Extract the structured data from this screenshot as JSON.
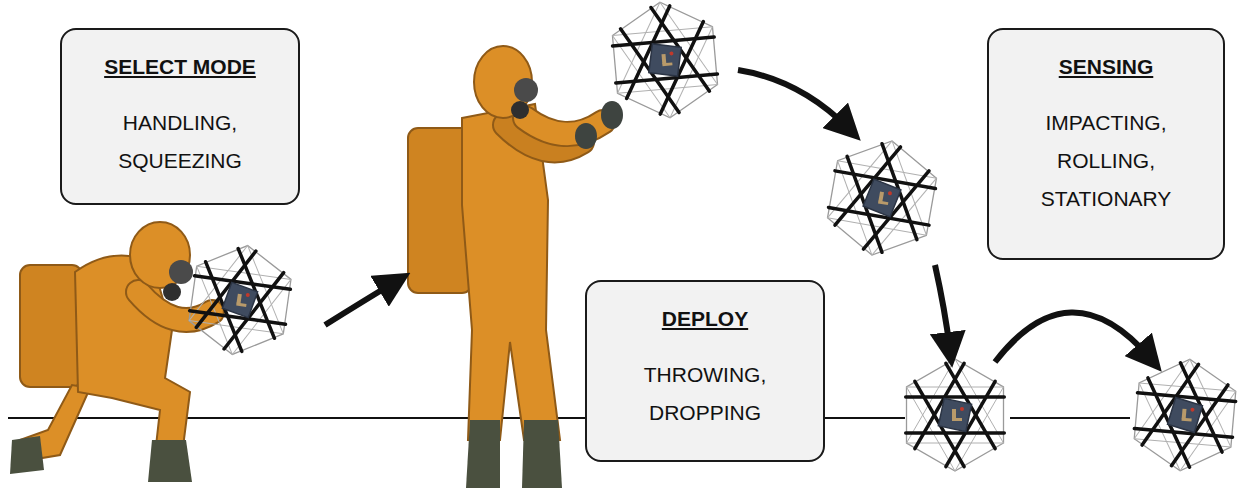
{
  "diagram": {
    "nodes": [
      {
        "text": [
          "SELECT MODE",
          "HANDLING, SQUEEZING"
        ]
      },
      {
        "text": [
          "DEPLOY",
          "THROWING, DROPPING"
        ]
      },
      {
        "text": [
          "SENSING",
          "IMPACTING, ROLLING, STATIONARY"
        ]
      }
    ]
  }
}
